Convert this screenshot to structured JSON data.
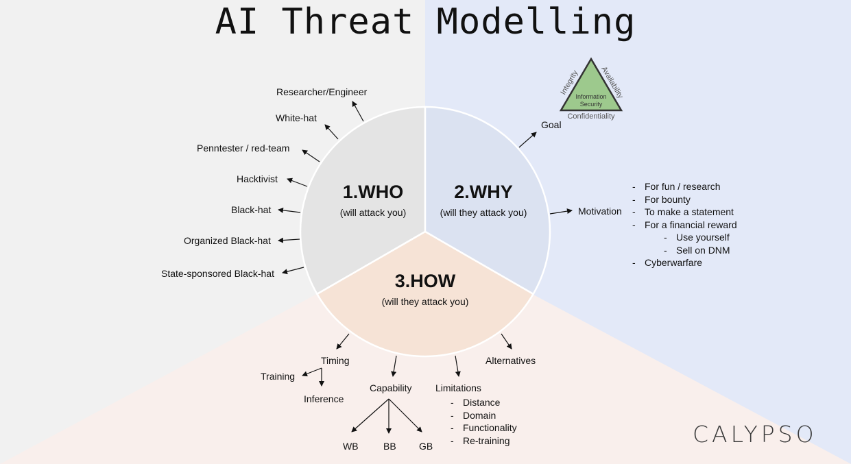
{
  "title": "AI Threat Modelling",
  "segments": {
    "who": {
      "heading": "1.WHO",
      "subtitle": "(will attack you)"
    },
    "why": {
      "heading": "2.WHY",
      "subtitle": "(will they attack you)"
    },
    "how": {
      "heading": "3.HOW",
      "subtitle": "(will they attack you)"
    }
  },
  "who_items": [
    "Researcher/Engineer",
    "White-hat",
    "Penntester / red-team",
    "Hacktivist",
    "Black-hat",
    "Organized Black-hat",
    "State-sponsored Black-hat"
  ],
  "why": {
    "goal_label": "Goal",
    "triangle": {
      "center_line1": "Information",
      "center_line2": "Security",
      "left": "Integrity",
      "right": "Availability",
      "bottom": "Confidentiality"
    },
    "motivation_label": "Motivation",
    "motivations": [
      {
        "text": "For fun / research",
        "indent": false
      },
      {
        "text": "For bounty",
        "indent": false
      },
      {
        "text": "To make a statement",
        "indent": false
      },
      {
        "text": "For a financial reward",
        "indent": false
      },
      {
        "text": "Use yourself",
        "indent": true
      },
      {
        "text": "Sell on DNM",
        "indent": true
      },
      {
        "text": "Cyberwarfare",
        "indent": false
      }
    ]
  },
  "how": {
    "timing": "Timing",
    "training": "Training",
    "inference": "Inference",
    "capability": "Capability",
    "wb": "WB",
    "bb": "BB",
    "gb": "GB",
    "limitations": "Limitations",
    "limitations_items": [
      "Distance",
      "Domain",
      "Functionality",
      "Re-training"
    ],
    "alternatives": "Alternatives"
  },
  "brand": "CALYPSO",
  "colors": {
    "left_bg": "#f1f1f1",
    "right_bg": "#e3e9f8",
    "bottom_bg": "#f9efec",
    "who_seg": "#e4e4e4",
    "why_seg": "#dbe2f1",
    "how_seg": "#f6e3d6",
    "triangle_fill": "#9dc98d"
  }
}
